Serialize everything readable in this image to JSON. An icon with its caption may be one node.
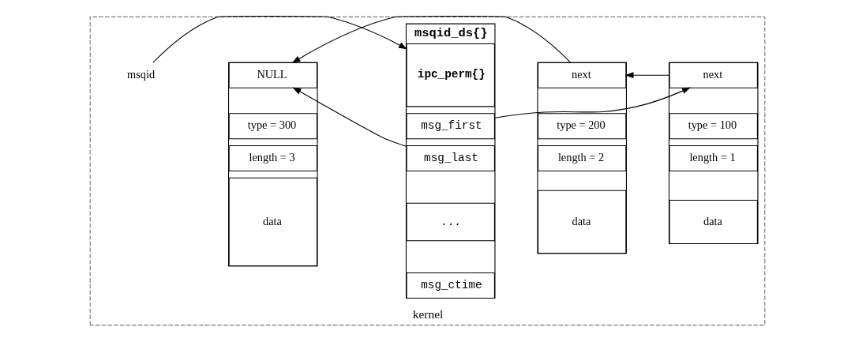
{
  "diagram": {
    "nodes": [
      {
        "text": [
          "kernel"
        ]
      },
      {
        "text": [
          "msqid"
        ],
        "in": 0
      },
      {
        "text": [
          "msqid_ds{}"
        ],
        "in": 0
      },
      {
        "text": [
          "ipc_perm{}"
        ],
        "in": 2
      },
      {
        "text": [
          "msg_first"
        ],
        "in": 2
      },
      {
        "text": [
          "msg_last"
        ],
        "in": 2
      },
      {
        "text": [
          "..."
        ],
        "in": 2
      },
      {
        "text": [
          "msg_ctime"
        ],
        "in": 2
      },
      {
        "text": [],
        "shape": "box",
        "in": 0
      },
      {
        "text": [
          "next"
        ],
        "in": 8
      },
      {
        "text": [
          "type = 100"
        ],
        "in": 8
      },
      {
        "text": [
          "length = 1"
        ],
        "in": 8
      },
      {
        "text": [
          "data"
        ],
        "in": 8
      },
      {
        "text": [],
        "shape": "box",
        "in": 0
      },
      {
        "text": [
          "next"
        ],
        "in": 13
      },
      {
        "text": [
          "type = 200"
        ],
        "in": 13
      },
      {
        "text": [
          "length = 2"
        ],
        "in": 13
      },
      {
        "text": [
          "data"
        ],
        "in": 13
      },
      {
        "text": [],
        "shape": "box",
        "in": 0
      },
      {
        "text": [
          "NULL"
        ],
        "in": 18
      },
      {
        "text": [
          "type = 300"
        ],
        "in": 18
      },
      {
        "text": [
          "length = 3"
        ],
        "in": 18
      },
      {
        "text": [
          "data"
        ],
        "in": 18
      }
    ],
    "edges": [
      {
        "from": 1,
        "to": 2,
        "arrow": "to"
      },
      {
        "from": 4,
        "to": 9,
        "arrow": "to"
      },
      {
        "from": 9,
        "to": 14,
        "arrow": "to"
      },
      {
        "from": 14,
        "to": 19,
        "arrow": "to"
      },
      {
        "from": 5,
        "to": 19,
        "arrow": "to"
      }
    ]
  }
}
